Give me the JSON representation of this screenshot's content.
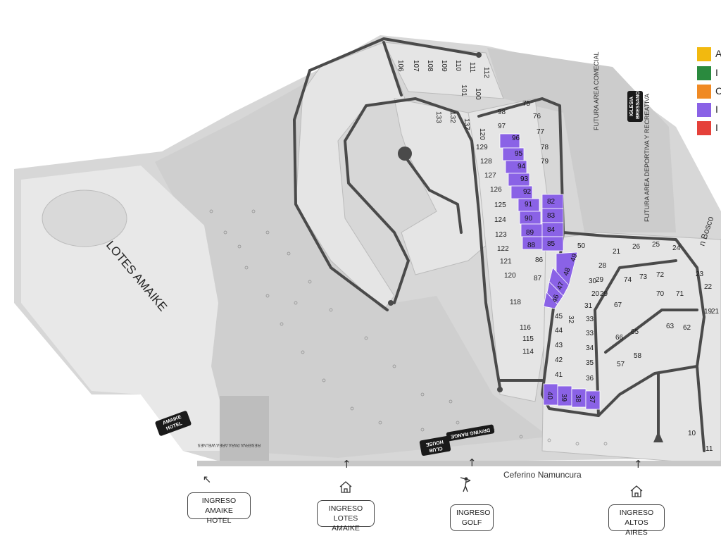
{
  "map": {
    "lotes_amaike_label": "LOTES AMAIKE",
    "futura_comercial_label": "FUTURA AREA COMECIAL",
    "futura_deportiva_label": "FUTURA AREA DEPORTIVA Y RECREATIVA",
    "street_label": "Ceferino Namuncura",
    "street_right_label": "n Bosco",
    "amaike_hotel_badge": "AMAIKE HOTEL",
    "club_house_badge": "CLUB HOUSE",
    "driving_range_badge": "DRIVING RANGE",
    "iglesia_badge": "IGLESIA BRESSANO",
    "reserva_label": "RESERVA PARA AREA WELNES",
    "legend": {
      "items": [
        {
          "letter": "A",
          "color": "#F2B90F"
        },
        {
          "letter": "I",
          "color": "#2A8A3E"
        },
        {
          "letter": "C",
          "color": "#F08A24"
        },
        {
          "letter": "I",
          "color": "#8A62E6"
        },
        {
          "letter": "I",
          "color": "#E5413A"
        }
      ]
    }
  },
  "entrances": {
    "amaike_hotel": "INGRESO AMAIKE HOTEL",
    "lotes_amaike": "INGRESO LOTES AMAIKE",
    "golf": "INGRESO GOLF",
    "altos_aires": "INGRESO ALTOS AIRES"
  },
  "lots": {
    "gray": [
      "106",
      "107",
      "108",
      "109",
      "110",
      "111",
      "112",
      "101",
      "100",
      "133",
      "132",
      "137",
      "120",
      "129",
      "128",
      "127",
      "126",
      "125",
      "124",
      "123",
      "122",
      "121",
      "120",
      "118",
      "116",
      "115",
      "114",
      "98",
      "97",
      "75",
      "76",
      "77",
      "78",
      "79",
      "86",
      "87",
      "50",
      "45",
      "44",
      "43",
      "42",
      "41",
      "31",
      "33",
      "34",
      "35",
      "36",
      "32",
      "30",
      "29",
      "20",
      "21",
      "26",
      "25",
      "24",
      "23",
      "22",
      "19",
      "74",
      "73",
      "72",
      "70",
      "71",
      "67",
      "66",
      "65",
      "63",
      "62",
      "57",
      "58",
      "10",
      "11",
      "28"
    ],
    "highlighted": [
      "96",
      "95",
      "94",
      "93",
      "92",
      "91",
      "90",
      "89",
      "88",
      "82",
      "83",
      "84",
      "85",
      "49",
      "48",
      "47",
      "46",
      "40",
      "39",
      "38",
      "37"
    ]
  },
  "colors": {
    "background_map": "#d9d9d9",
    "road": "#4a4a4a",
    "highlight": "#8A62E6",
    "lot_fill": "#e3e3e3"
  }
}
